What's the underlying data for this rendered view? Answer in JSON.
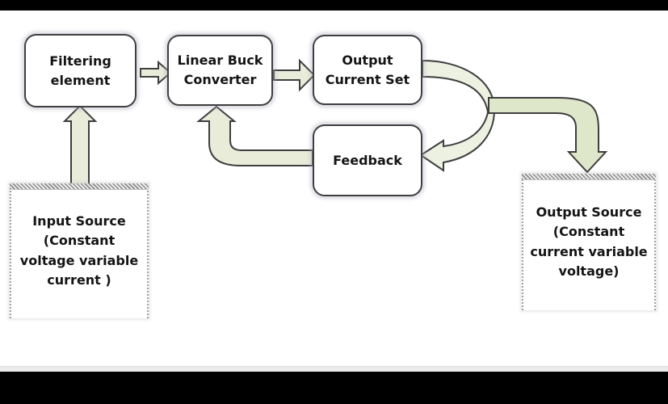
{
  "boxes": {
    "filtering_element": {
      "lines": [
        "Filtering",
        "element"
      ]
    },
    "linear_buck_converter": {
      "lines": [
        "Linear Buck",
        "Converter"
      ]
    },
    "output_current_set": {
      "lines": [
        "Output",
        "Current Set"
      ]
    },
    "feedback": {
      "lines": [
        "Feedback"
      ]
    },
    "input_source": {
      "lines": [
        "Input Source",
        "(Constant",
        "voltage variable",
        "current )"
      ]
    },
    "output_source": {
      "lines": [
        "Output Source",
        "(Constant",
        "current variable",
        "voltage)"
      ]
    }
  },
  "connections": [
    {
      "from": "Input Source",
      "to": "Filtering element"
    },
    {
      "from": "Filtering element",
      "to": "Linear Buck Converter"
    },
    {
      "from": "Linear Buck Converter",
      "to": "Output Current Set"
    },
    {
      "from": "Output Current Set",
      "to": "Feedback"
    },
    {
      "from": "Output Current Set",
      "to": "Output Source"
    },
    {
      "from": "Feedback",
      "to": "Linear Buck Converter"
    }
  ],
  "colors": {
    "arrow_fill": "#e8ecd9",
    "arrow_fill_light": "#edf1e2",
    "arrow_fill_dark": "#dfe7ca",
    "arrow_outline": "#3e3e3e",
    "box_border": "#3f3f3f",
    "box_fill": "#ffffff",
    "dashed_border": "#a0a0a0"
  }
}
